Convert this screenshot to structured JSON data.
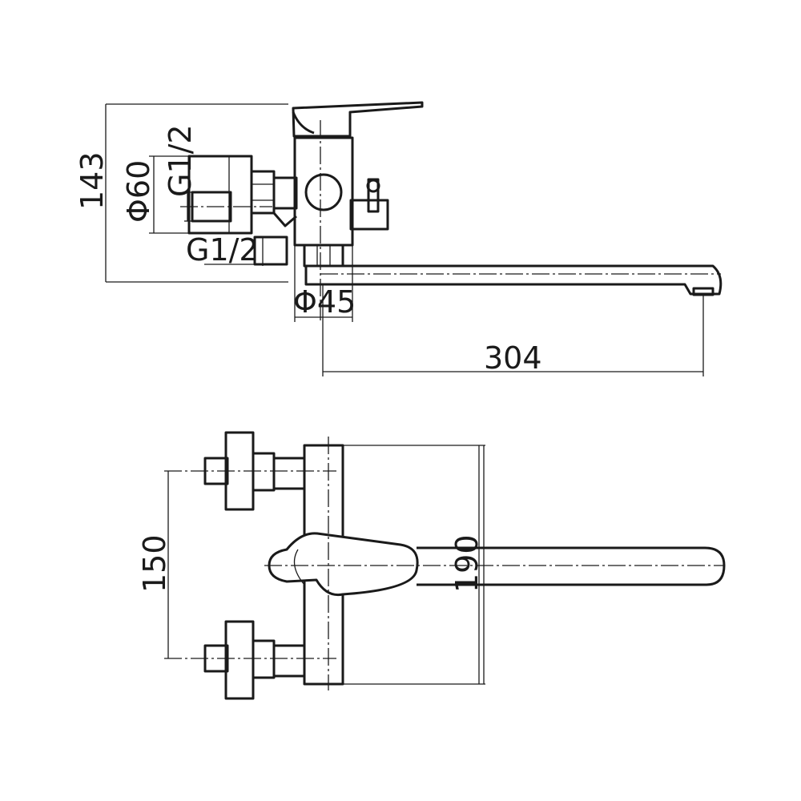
{
  "dimensions": {
    "height_total": "143",
    "thread_side_upper": "G1/2",
    "flange_diameter": "Φ60",
    "thread_side_lower": "G1/2",
    "body_diameter": "Φ45",
    "spout_reach": "304",
    "inlet_spacing": "150",
    "body_width": "190"
  }
}
